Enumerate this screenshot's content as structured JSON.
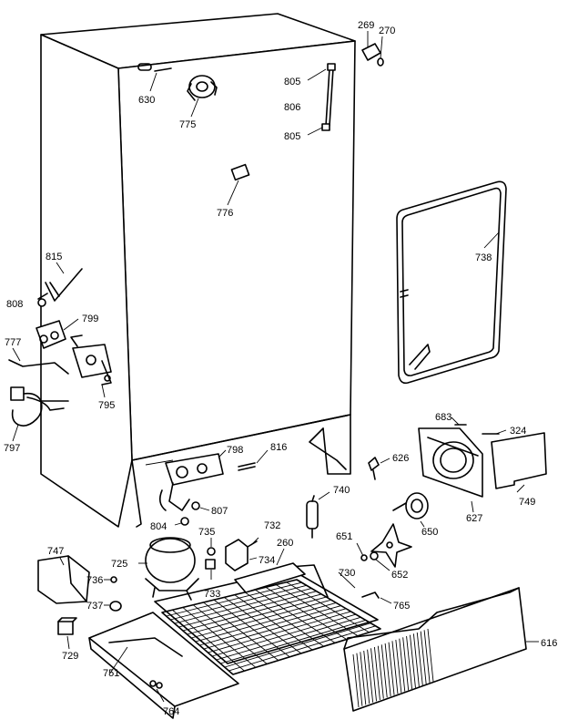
{
  "diagram": {
    "labels": [
      {
        "id": "p269",
        "text": "269"
      },
      {
        "id": "p270",
        "text": "270"
      },
      {
        "id": "p630",
        "text": "630"
      },
      {
        "id": "p775",
        "text": "775"
      },
      {
        "id": "p805a",
        "text": "805"
      },
      {
        "id": "p806",
        "text": "806"
      },
      {
        "id": "p805b",
        "text": "805"
      },
      {
        "id": "p776",
        "text": "776"
      },
      {
        "id": "p738",
        "text": "738"
      },
      {
        "id": "p815",
        "text": "815"
      },
      {
        "id": "p808",
        "text": "808"
      },
      {
        "id": "p799",
        "text": "799"
      },
      {
        "id": "p777",
        "text": "777"
      },
      {
        "id": "p795",
        "text": "795"
      },
      {
        "id": "p797",
        "text": "797"
      },
      {
        "id": "p798",
        "text": "798"
      },
      {
        "id": "p816",
        "text": "816"
      },
      {
        "id": "p807",
        "text": "807"
      },
      {
        "id": "p804",
        "text": "804"
      },
      {
        "id": "p683",
        "text": "683"
      },
      {
        "id": "p324",
        "text": "324"
      },
      {
        "id": "p626",
        "text": "626"
      },
      {
        "id": "p740",
        "text": "740"
      },
      {
        "id": "p749",
        "text": "749"
      },
      {
        "id": "p627",
        "text": "627"
      },
      {
        "id": "p650",
        "text": "650"
      },
      {
        "id": "p651",
        "text": "651"
      },
      {
        "id": "p652",
        "text": "652"
      },
      {
        "id": "p735",
        "text": "735"
      },
      {
        "id": "p732",
        "text": "732"
      },
      {
        "id": "p734",
        "text": "734"
      },
      {
        "id": "p260",
        "text": "260"
      },
      {
        "id": "p730",
        "text": "730"
      },
      {
        "id": "p747",
        "text": "747"
      },
      {
        "id": "p725",
        "text": "725"
      },
      {
        "id": "p733",
        "text": "733"
      },
      {
        "id": "p736",
        "text": "736"
      },
      {
        "id": "p737",
        "text": "737"
      },
      {
        "id": "p765",
        "text": "765"
      },
      {
        "id": "p616",
        "text": "616"
      },
      {
        "id": "p729",
        "text": "729"
      },
      {
        "id": "p751",
        "text": "751"
      },
      {
        "id": "p764",
        "text": "764"
      }
    ]
  }
}
